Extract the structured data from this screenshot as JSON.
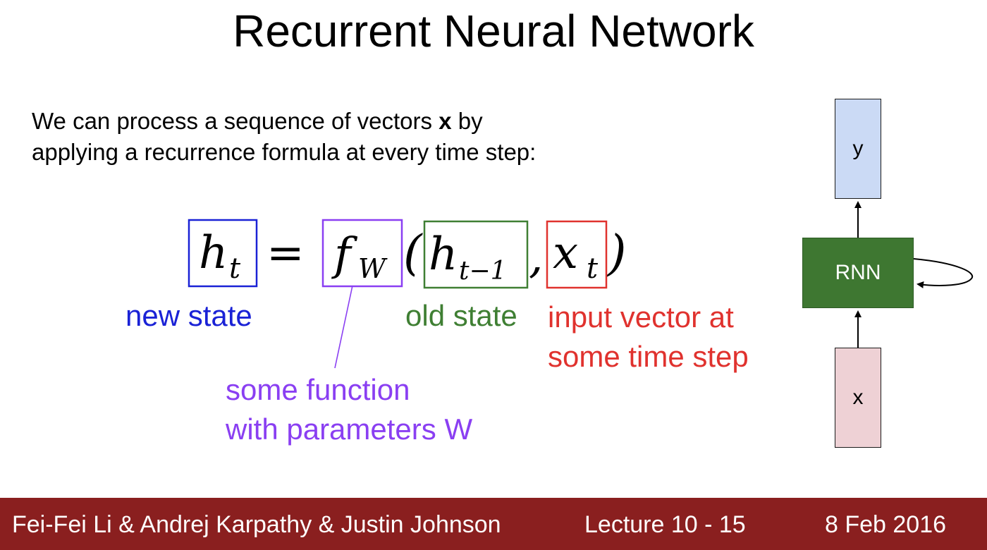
{
  "title": "Recurrent Neural Network",
  "intro": {
    "line1_before": "We can process a sequence of vectors ",
    "line1_bold": "x",
    "line1_after": " by",
    "line2": "applying a recurrence formula at every time step:"
  },
  "equation": {
    "h": "h",
    "t_sub": "t",
    "equals": "=",
    "f": "f",
    "w_sub": "W",
    "open_paren": "(",
    "h_prev": "h",
    "t_minus_1": "t−1",
    "comma": ",",
    "x": "x",
    "x_sub": "t",
    "close_paren": ")"
  },
  "labels": {
    "new_state": "new state",
    "function_line1": "some function",
    "function_line2": "with parameters W",
    "old_state": "old state",
    "input_line1": "input vector at",
    "input_line2": "some time step"
  },
  "diagram": {
    "output": "y",
    "cell": "RNN",
    "input": "x"
  },
  "colors": {
    "new_state": "#1a22d6",
    "function": "#8a3ff2",
    "old_state": "#3f7f33",
    "input": "#e0322e",
    "rnn_box": "#3e7731",
    "y_box": "#cbdaf5",
    "x_box": "#eed1d5",
    "footer": "#8a1f1f"
  },
  "footer": {
    "authors": "Fei-Fei Li & Andrej Karpathy & Justin Johnson",
    "lecture": "Lecture 10 -  15",
    "date": "8 Feb 2016"
  }
}
